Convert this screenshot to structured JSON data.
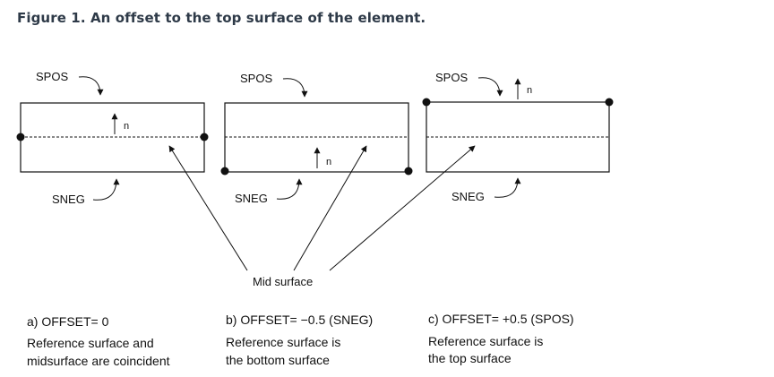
{
  "figure": {
    "title": "Figure 1. An offset to the top surface of the element."
  },
  "panels": [
    {
      "spos": "SPOS",
      "sneg": "SNEG",
      "normal": "n",
      "caption": "a) OFFSET= 0",
      "desc_line1": "Reference surface and",
      "desc_line2": "midsurface are coincident"
    },
    {
      "spos": "SPOS",
      "sneg": "SNEG",
      "normal": "n",
      "caption": "b) OFFSET= −0.5 (SNEG)",
      "desc_line1": "Reference surface is",
      "desc_line2": "the bottom surface"
    },
    {
      "spos": "SPOS",
      "sneg": "SNEG",
      "normal": "n",
      "caption": "c) OFFSET= +0.5 (SPOS)",
      "desc_line1": "Reference surface is",
      "desc_line2": "the top surface"
    }
  ],
  "mid_surface_label": "Mid surface",
  "colors": {
    "title": "#2e3a48",
    "line": "#111111"
  }
}
